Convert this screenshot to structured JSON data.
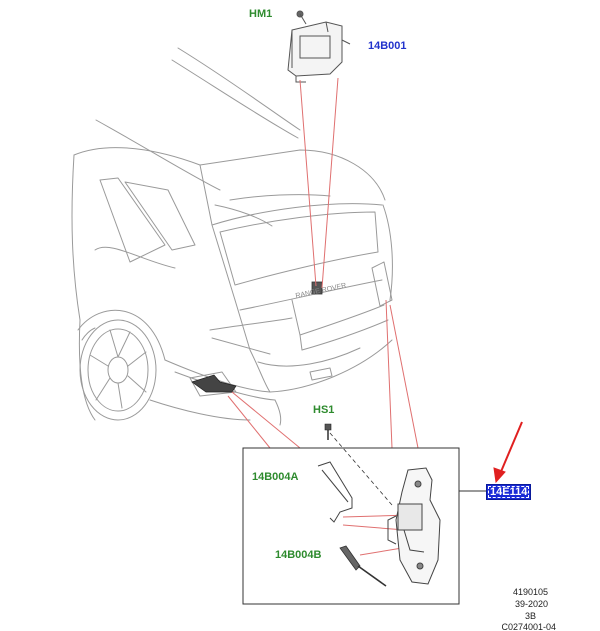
{
  "labels": {
    "hm1": "HM1",
    "module": "14B001",
    "hs1": "HS1",
    "bracket_a": "14B004A",
    "bracket_b": "14B004B",
    "highlight": "14E114"
  },
  "badge": "RANGE ROVER",
  "figure_code": [
    "4190105",
    "39-2020",
    "3B",
    "C0274001-04"
  ],
  "colors": {
    "green_label": "#2e8b2e",
    "blue_label": "#2233cc",
    "highlight_fill": "#1a2bd6",
    "leader_line": "#e07070",
    "arrow": "#e02020",
    "outline": "#9a9a9a"
  }
}
